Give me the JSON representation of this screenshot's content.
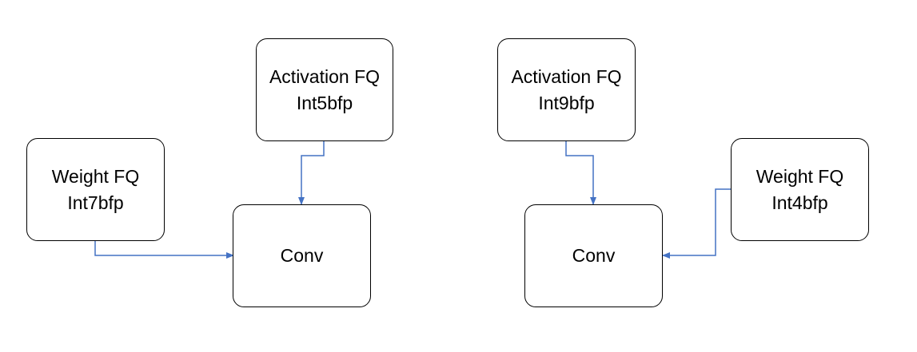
{
  "diagram": {
    "left": {
      "activation": {
        "line1": "Activation FQ",
        "line2": "Int5bfp"
      },
      "weight": {
        "line1": "Weight FQ",
        "line2": "Int7bfp"
      },
      "conv": {
        "label": "Conv"
      }
    },
    "right": {
      "activation": {
        "line1": "Activation FQ",
        "line2": "Int9bfp"
      },
      "weight": {
        "line1": "Weight FQ",
        "line2": "Int4bfp"
      },
      "conv": {
        "label": "Conv"
      }
    }
  },
  "colors": {
    "arrow": "#4472C4",
    "box_border": "#000000",
    "background": "#FFFFFF"
  }
}
